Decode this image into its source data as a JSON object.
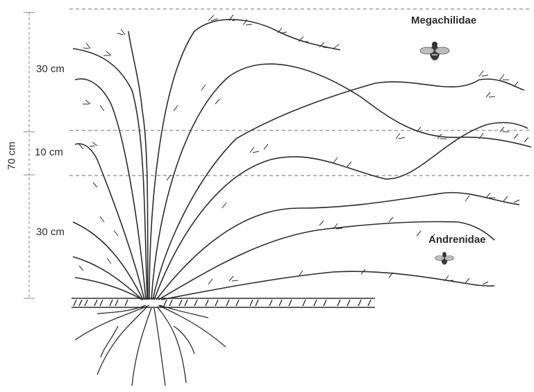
{
  "diagram": {
    "total_height_label": "70 cm",
    "zone_labels": {
      "top": "30 cm",
      "middle": "10 cm",
      "bottom": "30 cm"
    },
    "families": {
      "upper": "Megachilidae",
      "lower": "Andrenidae"
    },
    "icons": {
      "upper": "bee-icon",
      "lower": "small-bee-icon"
    },
    "colors": {
      "ink": "#2b2b2b",
      "guide": "#8a8a8a"
    }
  }
}
